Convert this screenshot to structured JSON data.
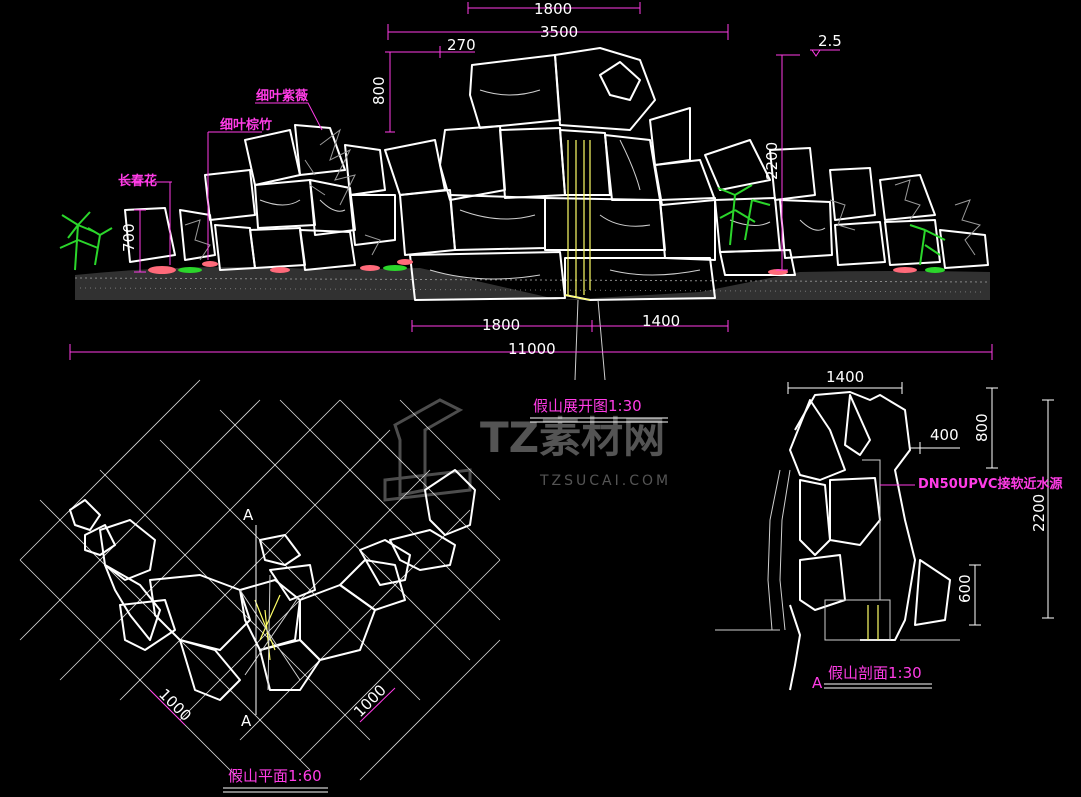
{
  "elevation": {
    "title": "假山展开图1:30",
    "dims": {
      "top_1800": "1800",
      "top_3500": "3500",
      "top_270": "270",
      "left_800": "800",
      "right_2200": "2200",
      "level_25": "2.5",
      "left_700": "700",
      "bottom_1800": "1800",
      "bottom_1400": "1400",
      "total_11000": "11000"
    },
    "plant_labels": {
      "label_1": "细叶紫薇",
      "label_2": "细叶棕竹",
      "label_3": "长春花"
    }
  },
  "plan": {
    "title": "假山平面1:60",
    "section_mark_top": "A",
    "section_mark_bottom": "A",
    "dim_left": "1000",
    "dim_right": "1000"
  },
  "section": {
    "title": "假山剖面1:30",
    "section_mark": "A",
    "dims": {
      "top_1400": "1400",
      "inner_400": "400",
      "right_800": "800",
      "right_2200": "2200",
      "right_600": "600"
    },
    "pipe_label": "DN50UPVC接软近水源"
  },
  "watermark": {
    "brand": "TZ素材网",
    "domain": "TZSUCAI.COM"
  }
}
